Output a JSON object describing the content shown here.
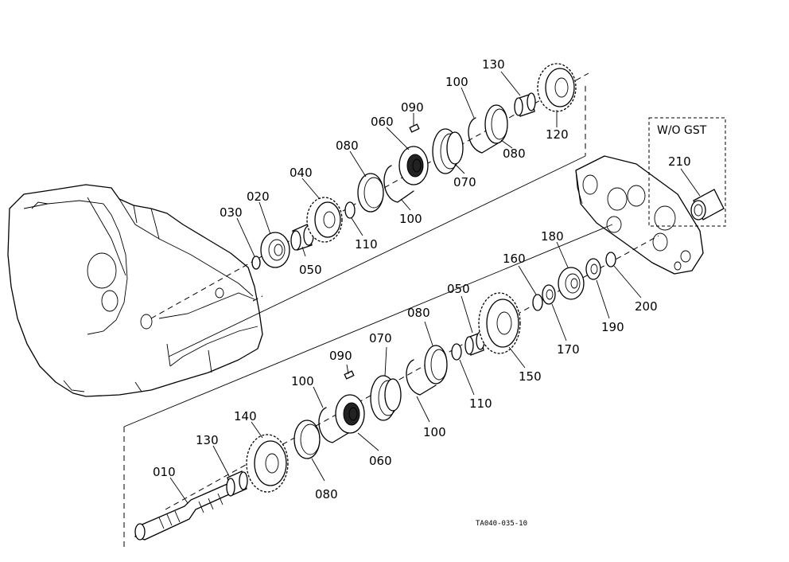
{
  "labels": {
    "p010": "010",
    "p020": "020",
    "p030": "030",
    "p040": "040",
    "p050a": "050",
    "p050b": "050",
    "p060a": "060",
    "p060b": "060",
    "p070a": "070",
    "p070b": "070",
    "p080a": "080",
    "p080b": "080",
    "p080c": "080",
    "p080d": "080",
    "p090a": "090",
    "p090b": "090",
    "p100a": "100",
    "p100b": "100",
    "p100c": "100",
    "p100d": "100",
    "p110a": "110",
    "p110b": "110",
    "p120": "120",
    "p130a": "130",
    "p130b": "130",
    "p140": "140",
    "p150": "150",
    "p160": "160",
    "p170": "170",
    "p180": "180",
    "p190": "190",
    "p200": "200",
    "p210": "210"
  },
  "inset_title": "W/O GST",
  "figure_ref": "TA040-035-10"
}
